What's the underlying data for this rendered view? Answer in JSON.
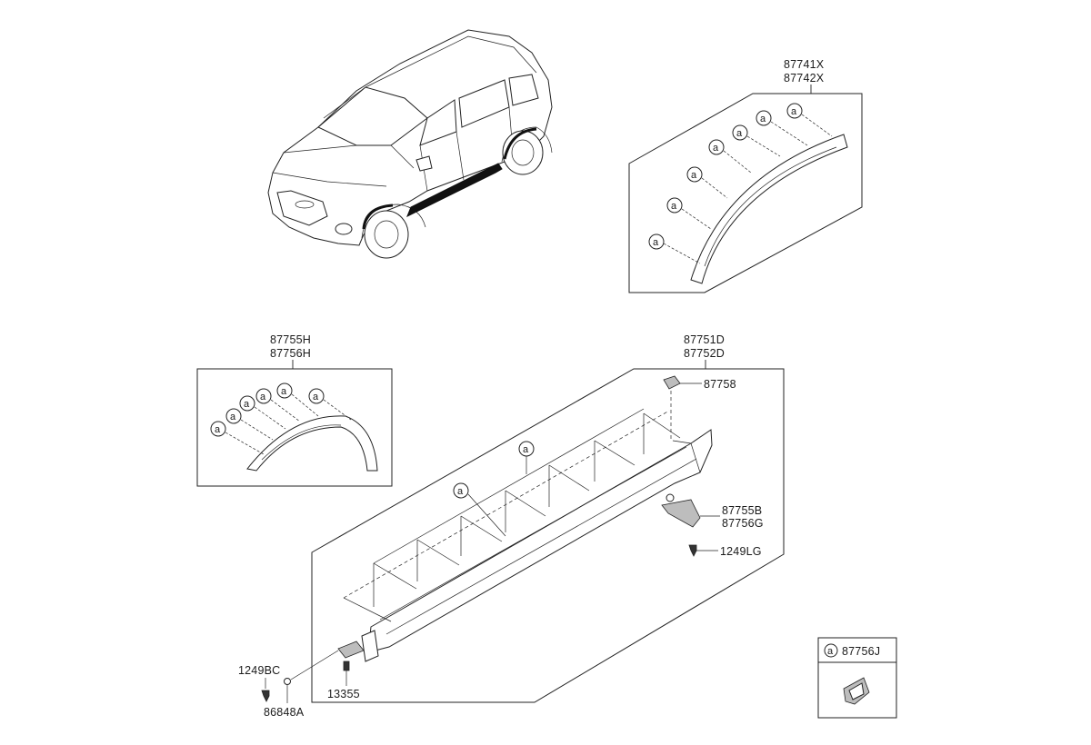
{
  "clip_marker": "a",
  "callouts": {
    "wheel_arch_rear_lh": "87741X",
    "wheel_arch_rear_rh": "87742X",
    "wheel_arch_front_lh": "87755H",
    "wheel_arch_front_rh": "87756H",
    "side_sill_lh": "87751D",
    "side_sill_rh": "87752D",
    "clip_top": "87758",
    "bracket_lh": "87755B",
    "bracket_rh": "87756G",
    "screw_rear": "1249LG",
    "screw_front": "1249BC",
    "nut_front": "86848A",
    "fastener_front": "13355",
    "legend_part": "87756J"
  }
}
